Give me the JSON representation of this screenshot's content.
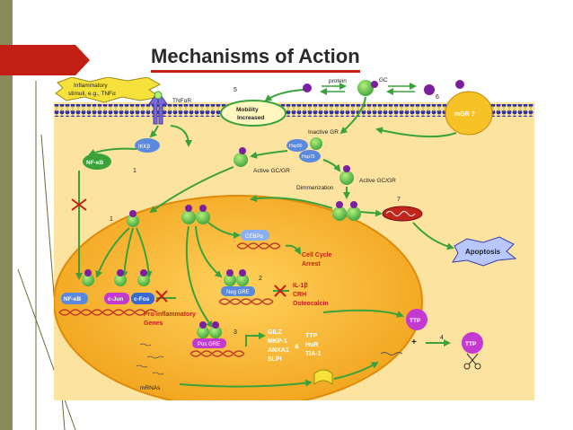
{
  "title": "Mechanisms of Action",
  "colors": {
    "accent_red": "#c41f14",
    "membrane": "#3a3ab0",
    "nucleus": "#f5a623",
    "cell": "#fce3a0",
    "arrow_green": "#3aa23a"
  },
  "labels": {
    "inflammatory_line1": "Inflammatory",
    "inflammatory_line2": "stimuli, e.g., TNFα",
    "tnfar": "TNFαR",
    "mobility_line1": "Mobility",
    "mobility_line2": "Increased",
    "protein": "protein",
    "gc": "GC",
    "mgr": "mGR ?",
    "inactive_gr": "Inactive GR",
    "hsp90": "Hsp90",
    "hsp70": "Hsp70",
    "ikb": "IKKβ",
    "nfkb_top": "NF-κB",
    "active_gcgr_left": "Active GC/GR",
    "dimmerization": "Dimmerization",
    "active_gcgr_right": "Active GC/GR",
    "apoptosis": "Apoptosis",
    "cebpa": "CEBPα",
    "cell_cycle_line1": "Cell Cycle",
    "cell_cycle_line2": "Arrest",
    "neg_gre": "Neg GRE",
    "il1b": "IL-1β",
    "crh": "CRH",
    "osteocalcin": "Osteocalcin",
    "nfkb_nuc": "NF-κB",
    "cjun": "c-Jun",
    "cfos": "c-Fos",
    "pro_line1": "Pro-inflammatory",
    "pro_line2": "Genes",
    "pos_gre": "Pos GRE",
    "gilz": "GILZ",
    "mkp1": "MKP-1",
    "anxa1": "ANXA1",
    "slpi": "SLPI",
    "amp": "&",
    "ttp_list": "TTP",
    "hur": "HuR",
    "tia1": "TIA-1",
    "ttp_small1": "TTP",
    "ttp_small2": "TTP",
    "plus": "+",
    "mrnas": "mRNAs",
    "n1a": "1",
    "n1b": "1",
    "n2": "2",
    "n3": "3",
    "n4": "4",
    "n5": "5",
    "n6": "6",
    "n7": "7"
  }
}
